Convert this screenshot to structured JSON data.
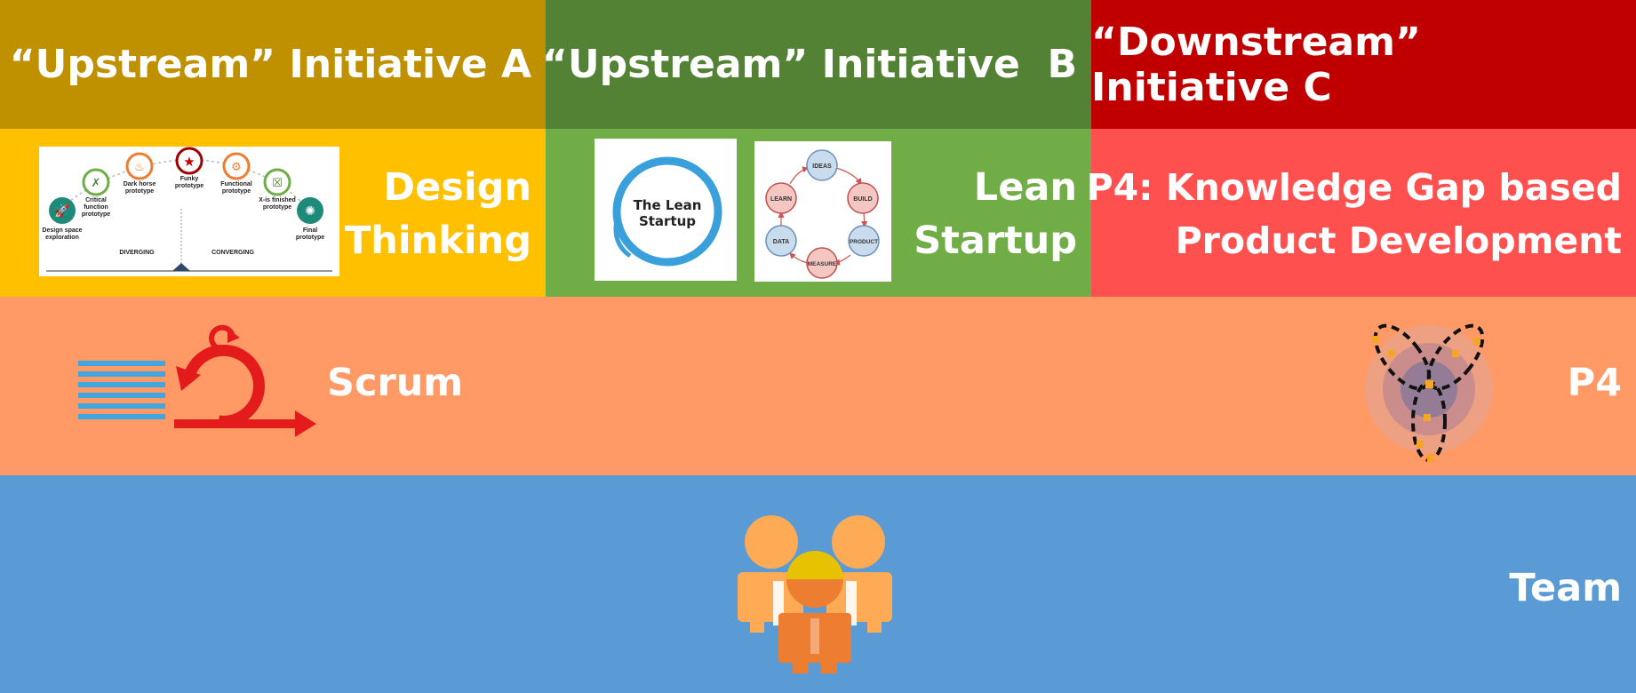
{
  "initiatives": [
    {
      "title": "“Upstream” Initiative A",
      "method": "Design Thinking",
      "method_lines": [
        "Design",
        "Thinking"
      ],
      "header_color": "#bf9000",
      "body_color": "#ffc000"
    },
    {
      "title": "“Upstream” Initiative  B",
      "method": "Lean Startup",
      "method_lines": [
        "Lean",
        "Startup"
      ],
      "header_color": "#548235",
      "body_color": "#70ad47"
    },
    {
      "title": "“Downstream” Initiative C",
      "method": "P4: Knowledge Gap based Product Development",
      "method_lines": [
        "P4: Knowledge Gap based",
        "Product Development"
      ],
      "header_color": "#c00000",
      "body_color": "#ff5050"
    }
  ],
  "design_thinking_graphic": {
    "stages": [
      "Design space exploration",
      "Critical function prototype",
      "Dark horse prototype",
      "Funky prototype",
      "Functional prototype",
      "X-is finished prototype",
      "Final prototype"
    ],
    "stage_lines": [
      [
        "Design space",
        "exploration"
      ],
      [
        "Critical",
        "function",
        "prototype"
      ],
      [
        "Dark horse",
        "prototype"
      ],
      [
        "Funky",
        "prototype"
      ],
      [
        "Functional",
        "prototype"
      ],
      [
        "X-is finished",
        "prototype"
      ],
      [
        "Final",
        "prototype"
      ]
    ],
    "phases": [
      "DIVERGING",
      "CONVERGING"
    ]
  },
  "lean_startup_logo": {
    "lines": [
      "The Lean",
      "Startup"
    ]
  },
  "lean_cycle": {
    "steps": [
      "IDEAS",
      "BUILD",
      "PRODUCT",
      "MEASURE",
      "DATA",
      "LEARN"
    ]
  },
  "process_row": {
    "left_label": "Scrum",
    "right_label": "P4",
    "color": "#ff9966",
    "scrum_color": "#e31b1b",
    "backlog_color": "#41a5e0"
  },
  "team_row": {
    "label": "Team",
    "color": "#5b9bd5"
  }
}
